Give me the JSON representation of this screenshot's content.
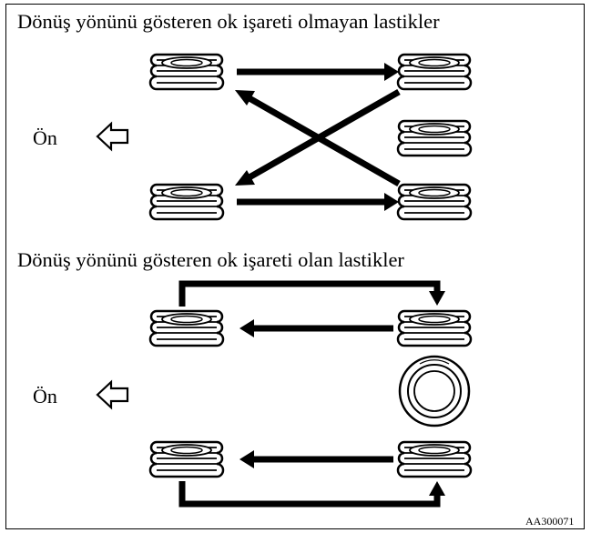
{
  "sections": [
    {
      "caption": "Dönüş yönünü gösteren ok işareti olmayan lastikler",
      "front_label": "Ön"
    },
    {
      "caption": "Dönüş yönünü gösteren ok işareti olan lastikler",
      "front_label": "Ön"
    }
  ],
  "figure_id": "AA300071",
  "colors": {
    "ink": "#000000",
    "paper": "#ffffff"
  },
  "icons": {
    "front_direction": "hollow-left-arrow-icon",
    "tire_side": "stacked-tire-icon",
    "tire_face": "tire-face-icon"
  }
}
